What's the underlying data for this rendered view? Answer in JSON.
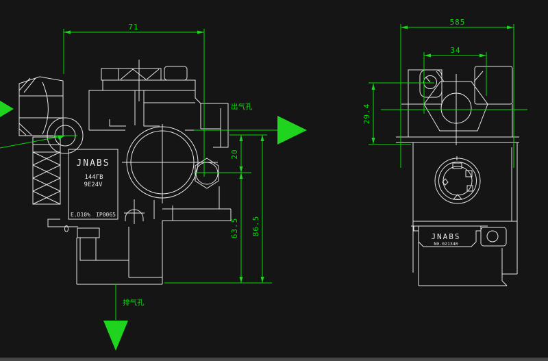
{
  "drawing": {
    "type": "cad-engineering-drawing",
    "views": 2,
    "colors": {
      "background": "#151515",
      "geometry_line": "#e8e8e8",
      "dimension_green": "#00df00",
      "bottom_strip": "#454545"
    }
  },
  "left_view": {
    "dim_width": "71",
    "dim_offset": "20",
    "dim_lower": "63.5",
    "dim_total": "86.5",
    "port_outlet": "出气孔",
    "port_exhaust": "排气孔",
    "nameplate": {
      "brand": "JNABS",
      "model": "144ΓB",
      "voltage": "9E24V",
      "duty": "E.D10%",
      "ip": "IP0065"
    }
  },
  "right_view": {
    "dim_width": "585",
    "dim_top": "34",
    "dim_height": "29.4",
    "nameplate": {
      "brand": "JNABS",
      "serial": "N0.021340"
    }
  }
}
